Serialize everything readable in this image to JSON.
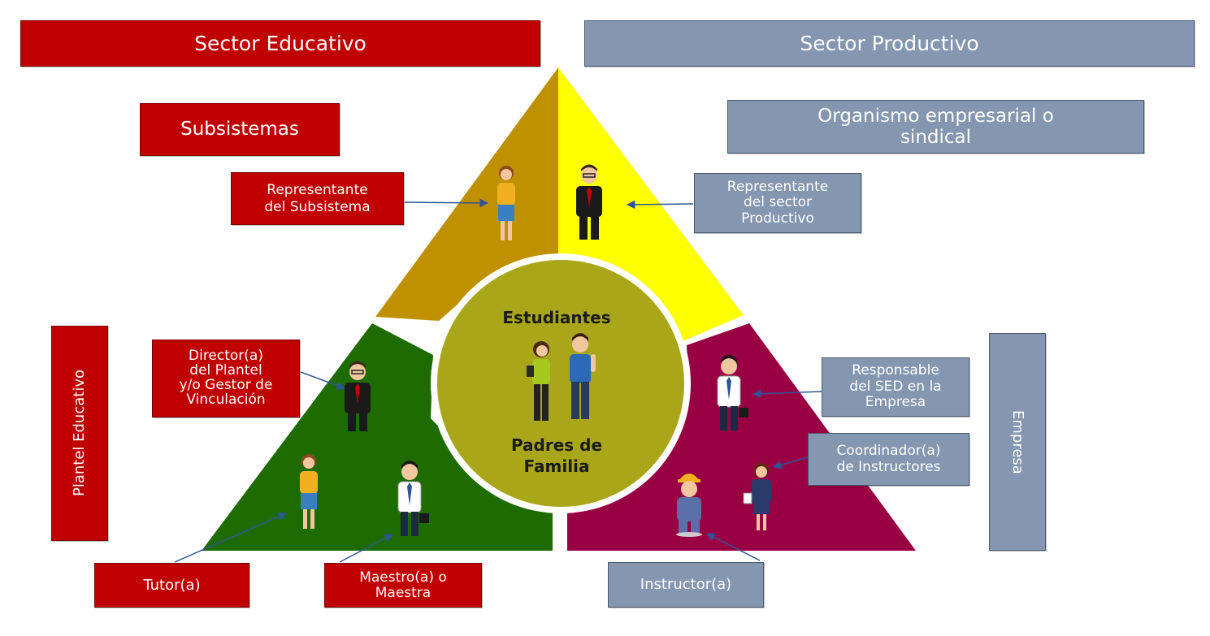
{
  "colors": {
    "sector_educativo": "#c00000",
    "sector_productivo": "#8496b0",
    "top_left": "#bf9000",
    "top_right": "#ffff00",
    "bottom_left": "#1e6b00",
    "bottom_right": "#990044",
    "center": "#aaa61a"
  },
  "headers": {
    "educativo": "Sector Educativo",
    "productivo": "Sector Productivo"
  },
  "left": {
    "subsistemas": "Subsistemas",
    "representante_subsistema": "Representante\ndel Subsistema",
    "plantel_educativo": "Plantel Educativo",
    "director": "Director(a)\ndel Plantel\ny/o Gestor de\nVinculación",
    "tutor": "Tutor(a)",
    "maestro": "Maestro(a) o\nMaestra"
  },
  "right": {
    "organismo": "Organismo empresarial o\nsindical",
    "representante_productivo": "Representante\ndel sector\nProductivo",
    "empresa": "Empresa",
    "responsable_sed": "Responsable\ndel SED en la\nEmpresa",
    "coordinador": "Coordinador(a)\nde Instructores",
    "instructor": "Instructor(a)"
  },
  "center": {
    "estudiantes": "Estudiantes",
    "padres": "Padres de\nFamilia"
  },
  "figures": [
    {
      "name": "representante-subsistema-figure",
      "icon": "woman-figure"
    },
    {
      "name": "representante-productivo-figure",
      "icon": "businessman-figure"
    },
    {
      "name": "director-figure",
      "icon": "businessman-figure"
    },
    {
      "name": "tutor-figure",
      "icon": "woman-figure"
    },
    {
      "name": "maestro-figure",
      "icon": "man-with-briefcase-figure"
    },
    {
      "name": "responsable-sed-figure",
      "icon": "man-with-briefcase-figure"
    },
    {
      "name": "coordinador-figure",
      "icon": "businesswoman-figure"
    },
    {
      "name": "instructor-figure",
      "icon": "worker-with-hardhat-figure"
    },
    {
      "name": "estudiante-mujer-figure",
      "icon": "student-girl-figure"
    },
    {
      "name": "estudiante-hombre-figure",
      "icon": "student-boy-figure"
    }
  ]
}
